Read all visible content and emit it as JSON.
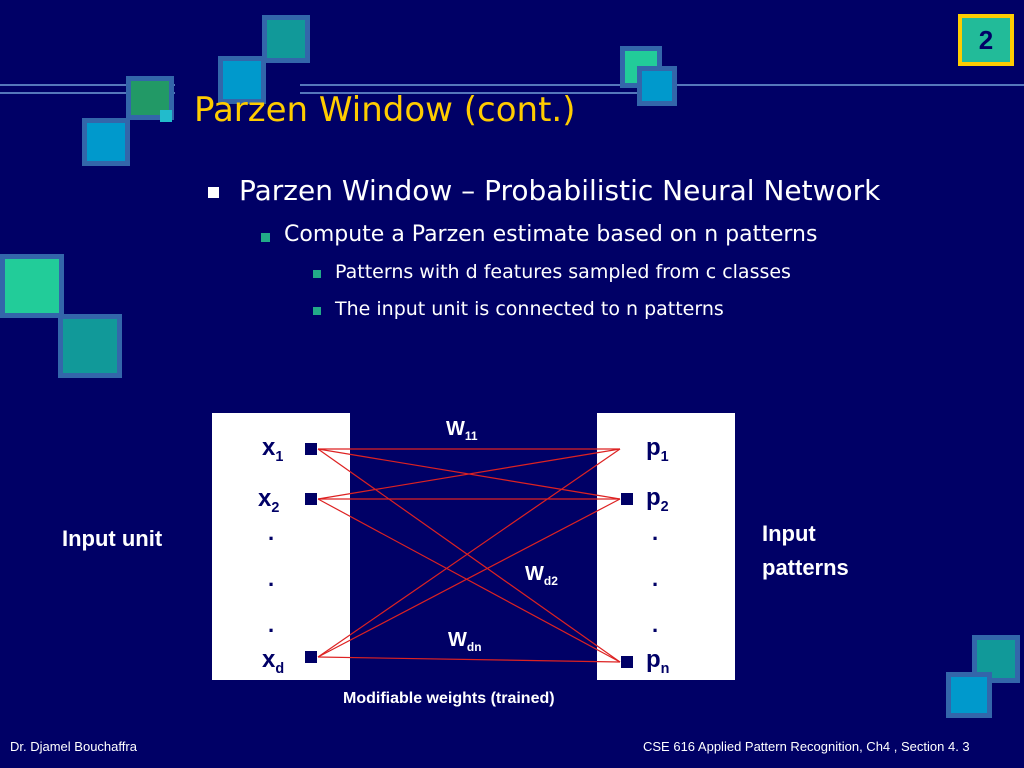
{
  "slide": {
    "number": "2",
    "title": "Parzen Window (cont.)"
  },
  "bullets": {
    "l1": "Parzen Window – Probabilistic Neural Network",
    "l2": "Compute a Parzen estimate based on n patterns",
    "l3a": "Patterns with d features sampled from c classes",
    "l3b": "The input unit is connected to n patterns"
  },
  "diagram": {
    "left_box_label": "Input unit",
    "right_box_label_line1": "Input",
    "right_box_label_line2": "patterns",
    "inputs": [
      {
        "base": "x",
        "sub": "1"
      },
      {
        "base": "x",
        "sub": "2"
      },
      {
        "base": "x",
        "sub": "d"
      }
    ],
    "patterns": [
      {
        "base": "p",
        "sub": "1"
      },
      {
        "base": "p",
        "sub": "2"
      },
      {
        "base": "p",
        "sub": "n"
      }
    ],
    "weights": [
      {
        "base": "W",
        "sub": "11"
      },
      {
        "base": "W",
        "sub": "d2"
      },
      {
        "base": "W",
        "sub": "dn"
      }
    ],
    "ellipsis": ".",
    "caption": "Modifiable weights (trained)"
  },
  "footer": {
    "left": "Dr. Djamel Bouchaffra",
    "right": "CSE 616 Applied Pattern Recognition, Ch4 , Section 4. 3"
  },
  "colors": {
    "background": "#000066",
    "title": "#ffcc00",
    "bullet_l1": "#ffffff",
    "bullet_l2": "#22aa88",
    "connection": "#dd2222"
  }
}
